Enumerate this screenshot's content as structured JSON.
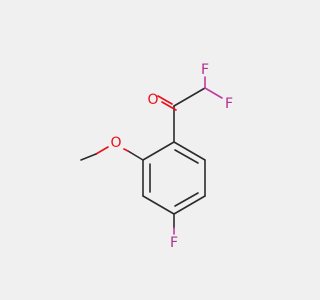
{
  "molecule": {
    "atoms": {
      "oxygen_carbonyl": "O",
      "oxygen_methoxy": "O",
      "fluorine_1": "F",
      "fluorine_2": "F",
      "fluorine_ring": "F"
    },
    "colors": {
      "background": "#f0f0f0",
      "bond": "#2b2b2b",
      "oxygen": "#e8111b",
      "fluorine": "#b0308f"
    }
  }
}
